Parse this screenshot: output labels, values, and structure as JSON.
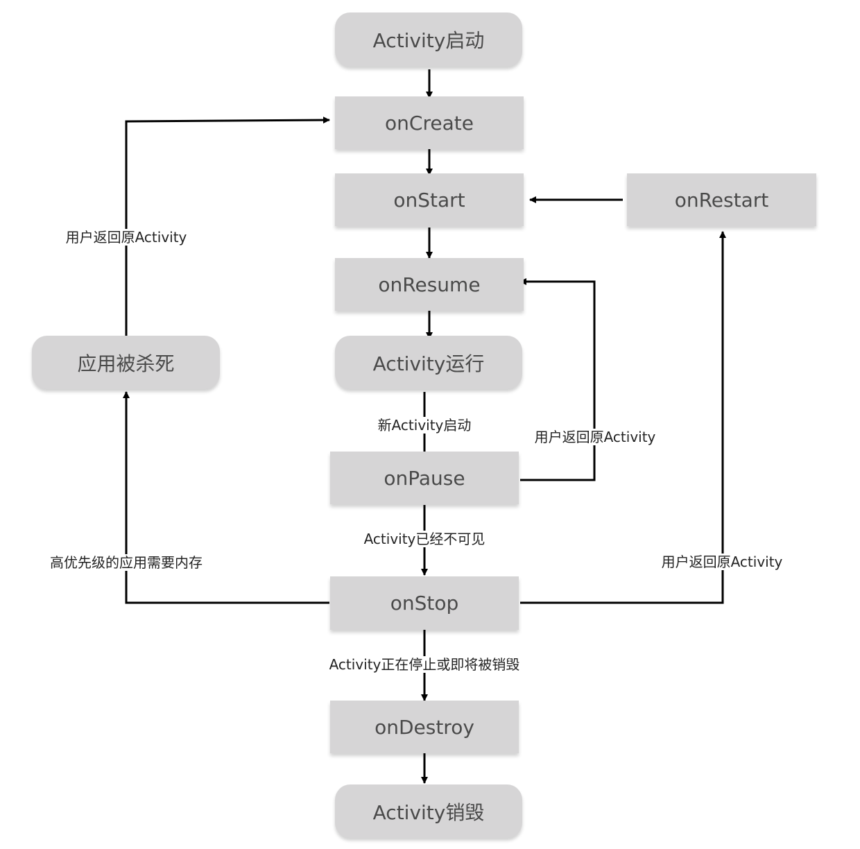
{
  "nodes": {
    "launch": "Activity启动",
    "oncreate": "onCreate",
    "onstart": "onStart",
    "onrestart": "onRestart",
    "onresume": "onResume",
    "running": "Activity运行",
    "killed": "应用被杀死",
    "onpause": "onPause",
    "onstop": "onStop",
    "ondestroy": "onDestroy",
    "destroyed": "Activity销毁"
  },
  "edge_labels": {
    "new_activity": "新Activity启动",
    "back_to_create": "用户返回原Activity",
    "back_to_resume": "用户返回原Activity",
    "back_to_restart": "用户返回原Activity",
    "invisible": "Activity已经不可见",
    "low_memory": "高优先级的应用需要内存",
    "stopping": "Activity正在停止或即将被销毁"
  },
  "colors": {
    "node_fill": "#d6d5d6",
    "node_text": "#4a4a4a",
    "edge": "#000000"
  }
}
